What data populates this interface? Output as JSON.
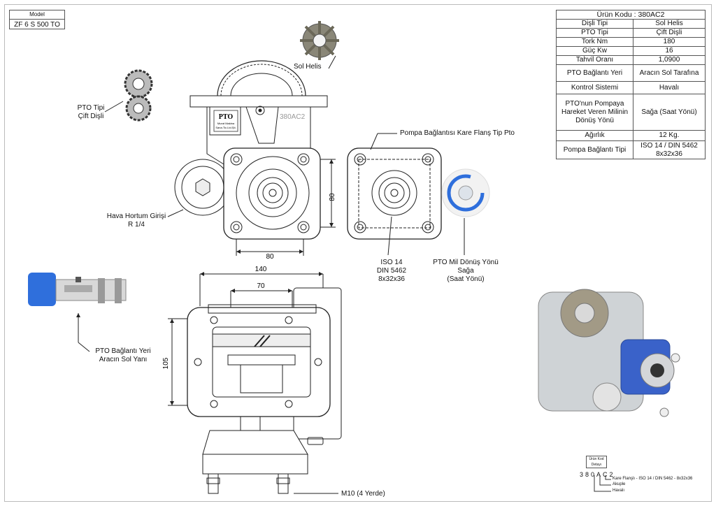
{
  "model": {
    "label": "Model",
    "value": "ZF 6 S 500 TO"
  },
  "spec_table": {
    "header": "Ürün Kodu : 380AC2",
    "rows": [
      {
        "key": "Dişli Tipi",
        "value": "Sol Helis"
      },
      {
        "key": "PTO Tipi",
        "value": "Çift Dişli"
      },
      {
        "key": "Tork Nm",
        "value": "180"
      },
      {
        "key": "Güç Kw",
        "value": "16"
      },
      {
        "key": "Tahvil Oranı",
        "value": "1,0900"
      },
      {
        "key": "PTO Bağlantı Yeri",
        "value": "Aracın Sol Tarafına"
      },
      {
        "key": "Kontrol Sistemi",
        "value": "Havalı"
      },
      {
        "key": "PTO'nun Pompaya Hareket Veren Milinin Dönüş Yönü",
        "value": "Sağa (Saat Yönü)"
      },
      {
        "key": "Ağırlık",
        "value": "12 Kg."
      },
      {
        "key": "Pompa Bağlantı Tipi",
        "value": "ISO 14 / DIN 5462 8x32x36"
      }
    ]
  },
  "labels": {
    "pto_tipi": [
      "PTO Tipi",
      "Çift Dişli"
    ],
    "sol_helis": "Sol Helis",
    "pompa_flans": "Pompa Bağlantısı Kare Flanş Tip Pto",
    "hava_hortum": [
      "Hava Hortum Girişi",
      "R 1/4"
    ],
    "iso": [
      "ISO 14",
      "DIN 5462",
      "8x32x36"
    ],
    "mil_donus": [
      "PTO Mil Dönüş Yönü",
      "Sağa",
      "(Saat Yönü)"
    ],
    "baglanti_yeri": [
      "PTO Bağlantı Yeri",
      "Aracın Sol Yanı"
    ],
    "m10": "M10 (4 Yerde)",
    "part_code_mark": "380AC2",
    "logo": [
      "PTO",
      "Murat Makina",
      "Sana.Tic.Ltd.Şti."
    ]
  },
  "dimensions": {
    "dim_80_vertical": "80",
    "dim_80_horizontal": "80",
    "dim_140": "140",
    "dim_70": "70",
    "dim_105": "105"
  },
  "code_legend": {
    "box": [
      "Ürün Kod",
      "Detayı"
    ],
    "code": "380AC2",
    "lines": [
      "Kare Flanşlı - ISO 14 / DIN 5462 - 8x32x36",
      "Akuple",
      "Havalı"
    ]
  },
  "colors": {
    "accent_blue": "#2f6fdc",
    "line": "#222222"
  }
}
